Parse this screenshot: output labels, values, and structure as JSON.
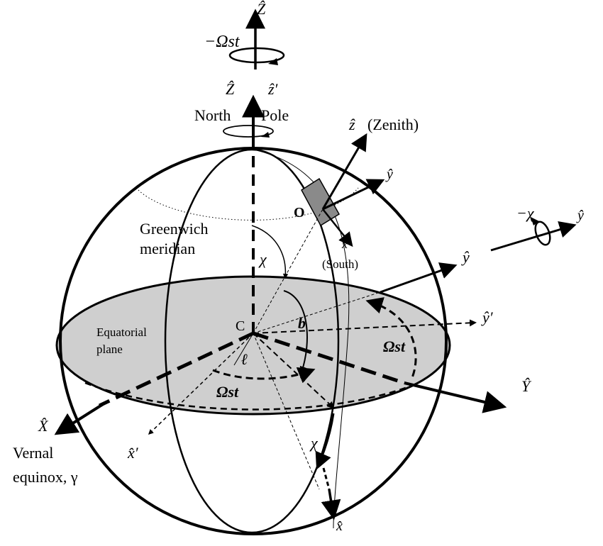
{
  "colors": {
    "ink": "#000000",
    "plane_fill": "#cfcfcf",
    "observer_box": "#8a8a8a",
    "background": "#ffffff"
  },
  "labels": {
    "top_axis": "Ẑ",
    "top_rotation": "−Ωst",
    "pole_Z": "Ẑ",
    "pole_zprime": "ẑ′",
    "north": "North",
    "pole": "Pole",
    "zenith_axis": "ẑ",
    "zenith": "(Zenith)",
    "observer_y": "ŷ",
    "observer": "O",
    "observer_x": "x̂",
    "south": "(South)",
    "greenwich_1": "Greenwich",
    "greenwich_2": "meridian",
    "chi_upper": "χ",
    "chi_lower": "χ",
    "side_rotation": "−χ",
    "side_y": "ŷ",
    "y_hat": "ŷ",
    "y_prime": "ŷ′",
    "center": "C",
    "latitude": "b",
    "longitude": "ℓ",
    "equatorial_1": "Equatorial",
    "equatorial_2": "plane",
    "omega_right": "Ωst",
    "omega_bottom": "Ωst",
    "Y_hat": "Ŷ",
    "X_hat": "X̂",
    "x_prime": "x̂′",
    "vernal_1": "Vernal",
    "vernal_2": "equinox, γ",
    "x_hat_bottom": "x̂"
  }
}
